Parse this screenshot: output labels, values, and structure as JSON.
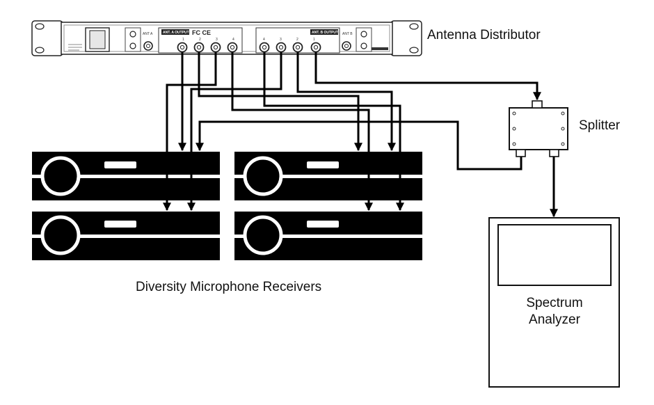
{
  "labels": {
    "antenna_distributor": "Antenna Distributor",
    "splitter": "Splitter",
    "receivers": "Diversity Microphone Receivers",
    "analyzer_line1": "Spectrum",
    "analyzer_line2": "Analyzer"
  },
  "rack_panel": {
    "output_a": "ANT. A OUTPUT",
    "output_b": "ANT. B OUTPUT",
    "ant_a": "ANT A",
    "ant_b": "ANT B",
    "ports_a": [
      "1",
      "2",
      "3",
      "4"
    ],
    "ports_b": [
      "4",
      "3",
      "2",
      "1"
    ]
  },
  "colors": {
    "line": "#000000",
    "device": "#000000",
    "background": "#ffffff"
  }
}
